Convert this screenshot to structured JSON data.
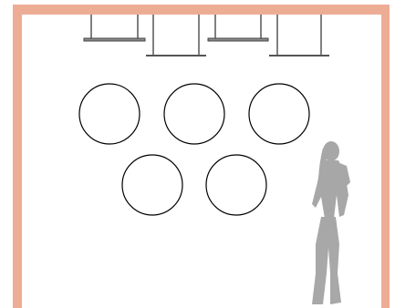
{
  "colors": {
    "frame": "#EDAD95",
    "background": "#FFFFFF",
    "line": "#000000",
    "rail": "#888888",
    "figure": "#A0A0A0"
  },
  "elements": {
    "wall_frame": "frame",
    "hanging_tables": [
      "hanging-table-1",
      "hanging-table-2",
      "hanging-table-3",
      "hanging-table-4"
    ],
    "circles_top_row": [
      "circle-1",
      "circle-2",
      "circle-3"
    ],
    "circles_bottom_row": [
      "circle-4",
      "circle-5"
    ],
    "person": "person-silhouette"
  }
}
